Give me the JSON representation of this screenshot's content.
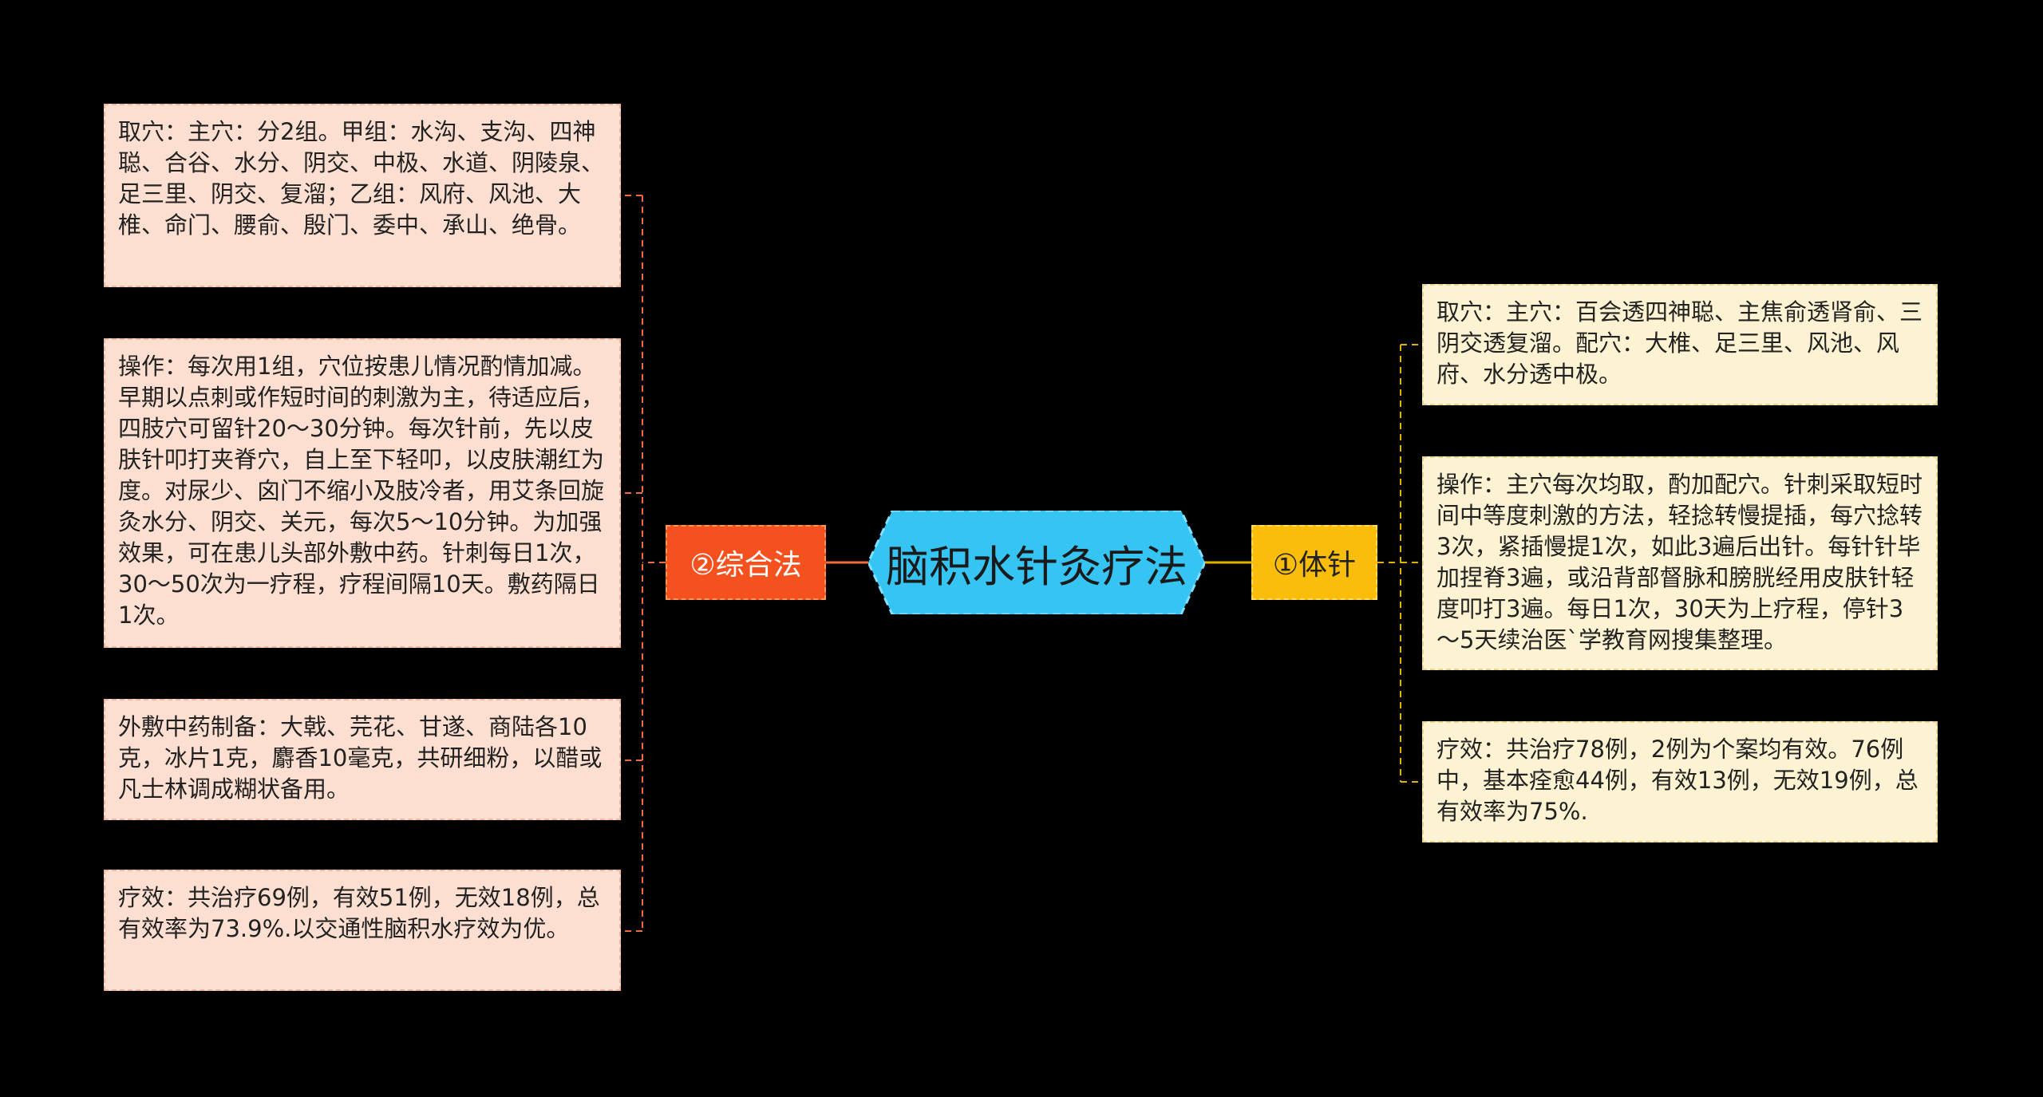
{
  "root": {
    "title": "脑积水针灸疗法"
  },
  "colors": {
    "root_fill": "#36c4f2",
    "left_branch_fill": "#f4511e",
    "right_branch_fill": "#fbbd0b",
    "left_line": "#f26b3a",
    "right_line": "#e0b000"
  },
  "branches": {
    "left": {
      "label": "②综合法",
      "leaves": [
        "取穴：主穴：分2组。甲组：水沟、支沟、四神聪、合谷、水分、阴交、中极、水道、阴陵泉、足三里、阴交、复溜；乙组：风府、风池、大椎、命门、腰俞、殷门、委中、承山、绝骨。",
        "操作：每次用1组，穴位按患儿情况酌情加减。早期以点刺或作短时间的刺激为主，待适应后，四肢穴可留针20～30分钟。每次针前，先以皮肤针叩打夹脊穴，自上至下轻叩，以皮肤潮红为度。对尿少、囟门不缩小及肢冷者，用艾条回旋灸水分、阴交、关元，每次5～10分钟。为加强效果，可在患儿头部外敷中药。针刺每日1次，30～50次为一疗程，疗程间隔10天。敷药隔日1次。",
        "外敷中药制备：大戟、芫花、甘遂、商陆各10克，冰片1克，麝香10毫克，共研细粉，以醋或凡士林调成糊状备用。",
        "疗效：共治疗69例，有效51例，无效18例，总有效率为73.9%.以交通性脑积水疗效为优。"
      ]
    },
    "right": {
      "label": "①体针",
      "leaves": [
        "取穴：主穴：百会透四神聪、主焦俞透肾俞、三阴交透复溜。配穴：大椎、足三里、风池、风府、水分透中极。",
        "操作：主穴每次均取，酌加配穴。针刺采取短时间中等度刺激的方法，轻捻转慢提插，每穴捻转3次，紧插慢提1次，如此3遍后出针。每针针毕加捏脊3遍，或沿背部督脉和膀胱经用皮肤针轻度叩打3遍。每日1次，30天为上疗程，停针3～5天续治医`学教育网搜集整理。",
        "疗效：共治疗78例，2例为个案均有效。76例中，基本痊愈44例，有效13例，无效19例，总有效率为75%."
      ]
    }
  }
}
